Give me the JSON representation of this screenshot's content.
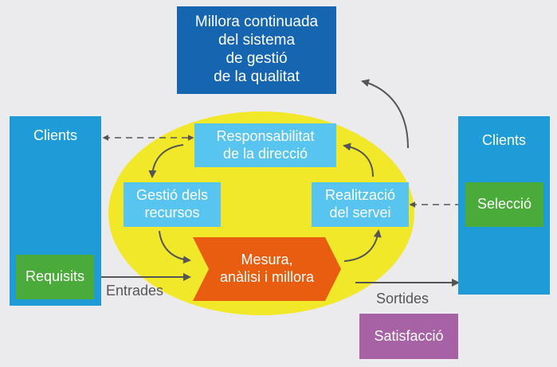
{
  "title_box": {
    "lines": [
      "Millora continuada",
      "del sistema",
      "de gestió",
      "de la qualitat"
    ]
  },
  "left_clients": {
    "label": "Clients",
    "inner": "Requisits"
  },
  "right_clients": {
    "label": "Clients",
    "inner": "Selecció"
  },
  "cycle": {
    "responsabilitat": [
      "Responsabilitat",
      "de la direcció"
    ],
    "gestio": [
      "Gestió dels",
      "recursos"
    ],
    "realitzacio": [
      "Realització",
      "del servei"
    ],
    "mesura": [
      "Mesura,",
      "anàlisi i millora"
    ]
  },
  "labels": {
    "entrades": "Entrades",
    "sortides": "Sortides"
  },
  "satisfaccio": "Satisfacció",
  "colors": {
    "background": "#ebebed",
    "dark_blue": "#1665b0",
    "clients_blue": "#1f9bd7",
    "light_blue": "#57c5ef",
    "green": "#4aab3a",
    "orange": "#e95d10",
    "yellow": "#f2e82a",
    "purple": "#a762a6",
    "arrow": "#555555"
  }
}
